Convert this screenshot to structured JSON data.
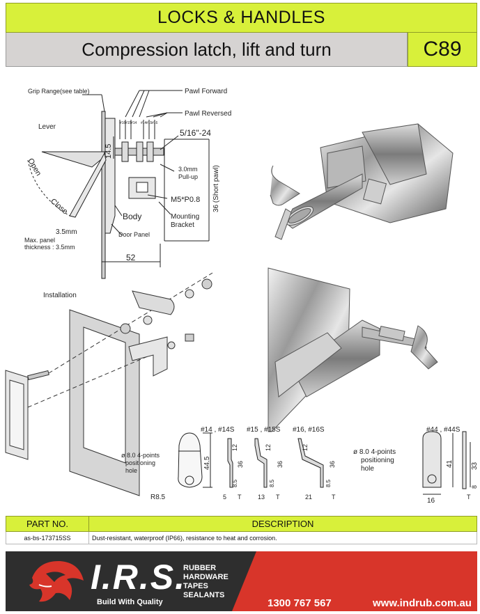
{
  "header": {
    "category": "LOCKS & HANDLES",
    "product_title": "Compression latch, lift and turn",
    "code": "C89"
  },
  "diagram": {
    "grip_range": "Grip Range(see table)",
    "pawl_forward": "Pawl Forward",
    "pawl_reversed": "Pawl Reversed",
    "lever": "Lever",
    "thread": "5/16\"-24",
    "dim_14_5": "14.5",
    "open": "Open",
    "close": "Close",
    "pull_up": "3.0mm\nPull-up",
    "short_pawl": "36 (Short pawl)",
    "screw": "M5*P0.8",
    "body": "Body",
    "mounting_bracket": "Mounting\nBracket",
    "door_panel": "Door Panel",
    "dim_3_5": "3.5mm",
    "max_panel": "Max. panel\nthickness : 3.5mm",
    "dim_52": "52",
    "installation": "Installation",
    "pawl_marks": [
      "#16",
      "#15",
      "#14",
      "#14",
      "#15",
      "#16"
    ]
  },
  "pawls": {
    "pawl_a": {
      "name": "#14 , #14S",
      "w": "5",
      "h1": "12",
      "h2": "36",
      "h3": "8.5",
      "t": "T"
    },
    "pawl_b": {
      "name": "#15 , #15S",
      "w": "13",
      "h1": "12",
      "h2": "36",
      "h3": "8.5",
      "t": "T"
    },
    "pawl_c": {
      "name": "#16, #16S",
      "w": "21",
      "h1": "12",
      "h2": "36",
      "h3": "8.5",
      "t": "T"
    },
    "pawl_d": {
      "name": "#44 , #44S",
      "w": "16",
      "h1": "41",
      "h2": "33",
      "h3": "8",
      "t": "T"
    },
    "hole_note": "ø 8.0 4-points\npositioning\nhole",
    "hole_note_right": "ø 8.0 4-points\npositioning\nhole",
    "pawl_length": "44.5",
    "radius": "R8.5"
  },
  "table": {
    "col_part": "PART NO.",
    "col_desc": "DESCRIPTION",
    "part_no": "as-bs-173715SS",
    "description": "Dust-resistant, waterproof (IP66), resistance to heat and corrosion."
  },
  "footer": {
    "brand": "I.R.S.",
    "tagline": "Build With Quality",
    "categories": [
      "RUBBER",
      "HARDWARE",
      "TAPES",
      "SEALANTS"
    ],
    "phone": "1300 767 567",
    "website": "www.indrub.com.au",
    "colors": {
      "dark": "#2e2e2e",
      "red": "#d8352a",
      "accent": "#d8f03a"
    }
  }
}
